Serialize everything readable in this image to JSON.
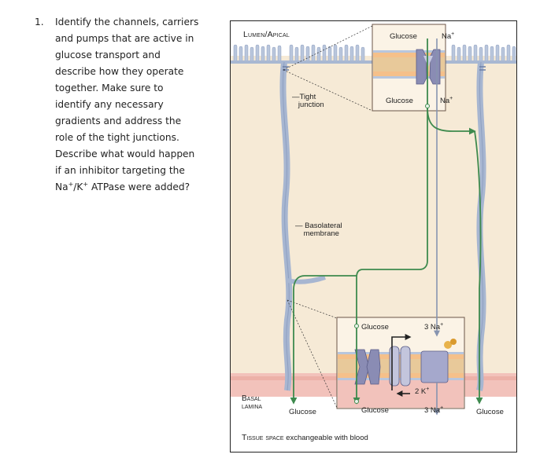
{
  "question": {
    "number": "1.",
    "lines": [
      "Identify the channels, carriers",
      "and pumps that are active in",
      "glucose transport and",
      "describe how they operate",
      "together. Make sure to",
      "identify any necessary",
      "gradients and address the",
      "role of the tight junctions.",
      "Describe what would happen",
      "if an inhibitor targeting the"
    ],
    "last_line": {
      "pre": "Na",
      "sup1": "+",
      "mid": "/K",
      "sup2": "+",
      "post": " ATPase were added?"
    }
  },
  "figure": {
    "lumen_apical": "Lumen/Apical",
    "tight_junction_line1": "Tight",
    "tight_junction_line2": "junction",
    "basolateral_line1": "Basolateral",
    "basolateral_line2": "membrane",
    "basal_line1": "Basal",
    "basal_line2": "lamina",
    "tissue_space": "Tissue space",
    "tissue_space_rest": "exchangeable with blood",
    "inset_top": {
      "glucose_top": "Glucose",
      "na_top": "Na",
      "glucose_bottom": "Glucose",
      "na_bottom": "Na",
      "plus": "+"
    },
    "inset_bottom": {
      "glucose_top": "Glucose",
      "na_top": "3 Na",
      "glucose_bottom": "Glucose",
      "na_bottom": "3 Na",
      "k": "2 K",
      "plus": "+"
    },
    "glucose_left": "Glucose",
    "glucose_right": "Glucose"
  },
  "colors": {
    "green_arrow": "#3e8a4e",
    "gray_arrow": "#8794b0",
    "membrane_blue": "#9fb0cc",
    "cell_beige": "#f6ead6",
    "basal_pink": "#f2c2bb",
    "transporter_purple": "#8a8cb4"
  }
}
